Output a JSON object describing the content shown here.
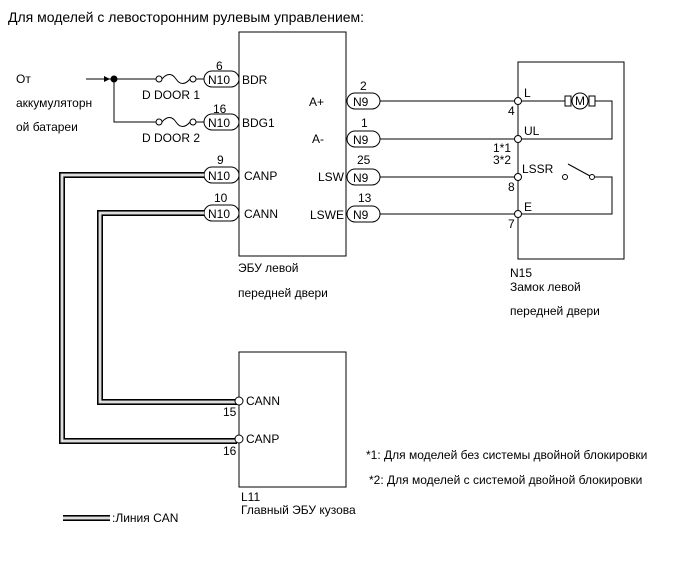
{
  "title": "Для моделей с левосторонним рулевым управлением:",
  "battery_source": {
    "line1": "От",
    "line2": "аккумуляторн",
    "line3": "ой батареи"
  },
  "fuses": [
    {
      "label": "D DOOR 1"
    },
    {
      "label": "D DOOR 2"
    }
  ],
  "door_ecu": {
    "name_line1": "ЭБУ левой",
    "name_line2": "передней двери",
    "left_pins": [
      {
        "pin": "6",
        "connector": "N10",
        "signal": "BDR"
      },
      {
        "pin": "16",
        "connector": "N10",
        "signal": "BDG1"
      },
      {
        "pin": "9",
        "connector": "N10",
        "signal": "CANP"
      },
      {
        "pin": "10",
        "connector": "N10",
        "signal": "CANN"
      }
    ],
    "right_pins": [
      {
        "pin": "2",
        "connector": "N9",
        "signal": "A+"
      },
      {
        "pin": "1",
        "connector": "N9",
        "signal": "A-"
      },
      {
        "pin": "25",
        "connector": "N9",
        "signal": "LSW"
      },
      {
        "pin": "13",
        "connector": "N9",
        "signal": "LSWE"
      }
    ]
  },
  "door_lock": {
    "code": "N15",
    "name_line1": "Замок левой",
    "name_line2": "передней двери",
    "pins": [
      {
        "signal": "L",
        "pin": "4"
      },
      {
        "signal": "UL",
        "pin": "1*1",
        "pin_alt": "3*2"
      },
      {
        "signal": "LSSR",
        "pin": "8"
      },
      {
        "signal": "E",
        "pin": "7"
      }
    ],
    "motor_symbol": "M"
  },
  "body_ecu": {
    "code": "L11",
    "name": "Главный ЭБУ кузова",
    "pins": [
      {
        "signal": "CANN",
        "pin": "15"
      },
      {
        "signal": "CANP",
        "pin": "16"
      }
    ]
  },
  "notes": [
    "*1: Для моделей без системы двойной блокировки",
    "*2: Для моделей с системой двойной блокировки"
  ],
  "legend": {
    "can_line": ":Линия CAN"
  }
}
